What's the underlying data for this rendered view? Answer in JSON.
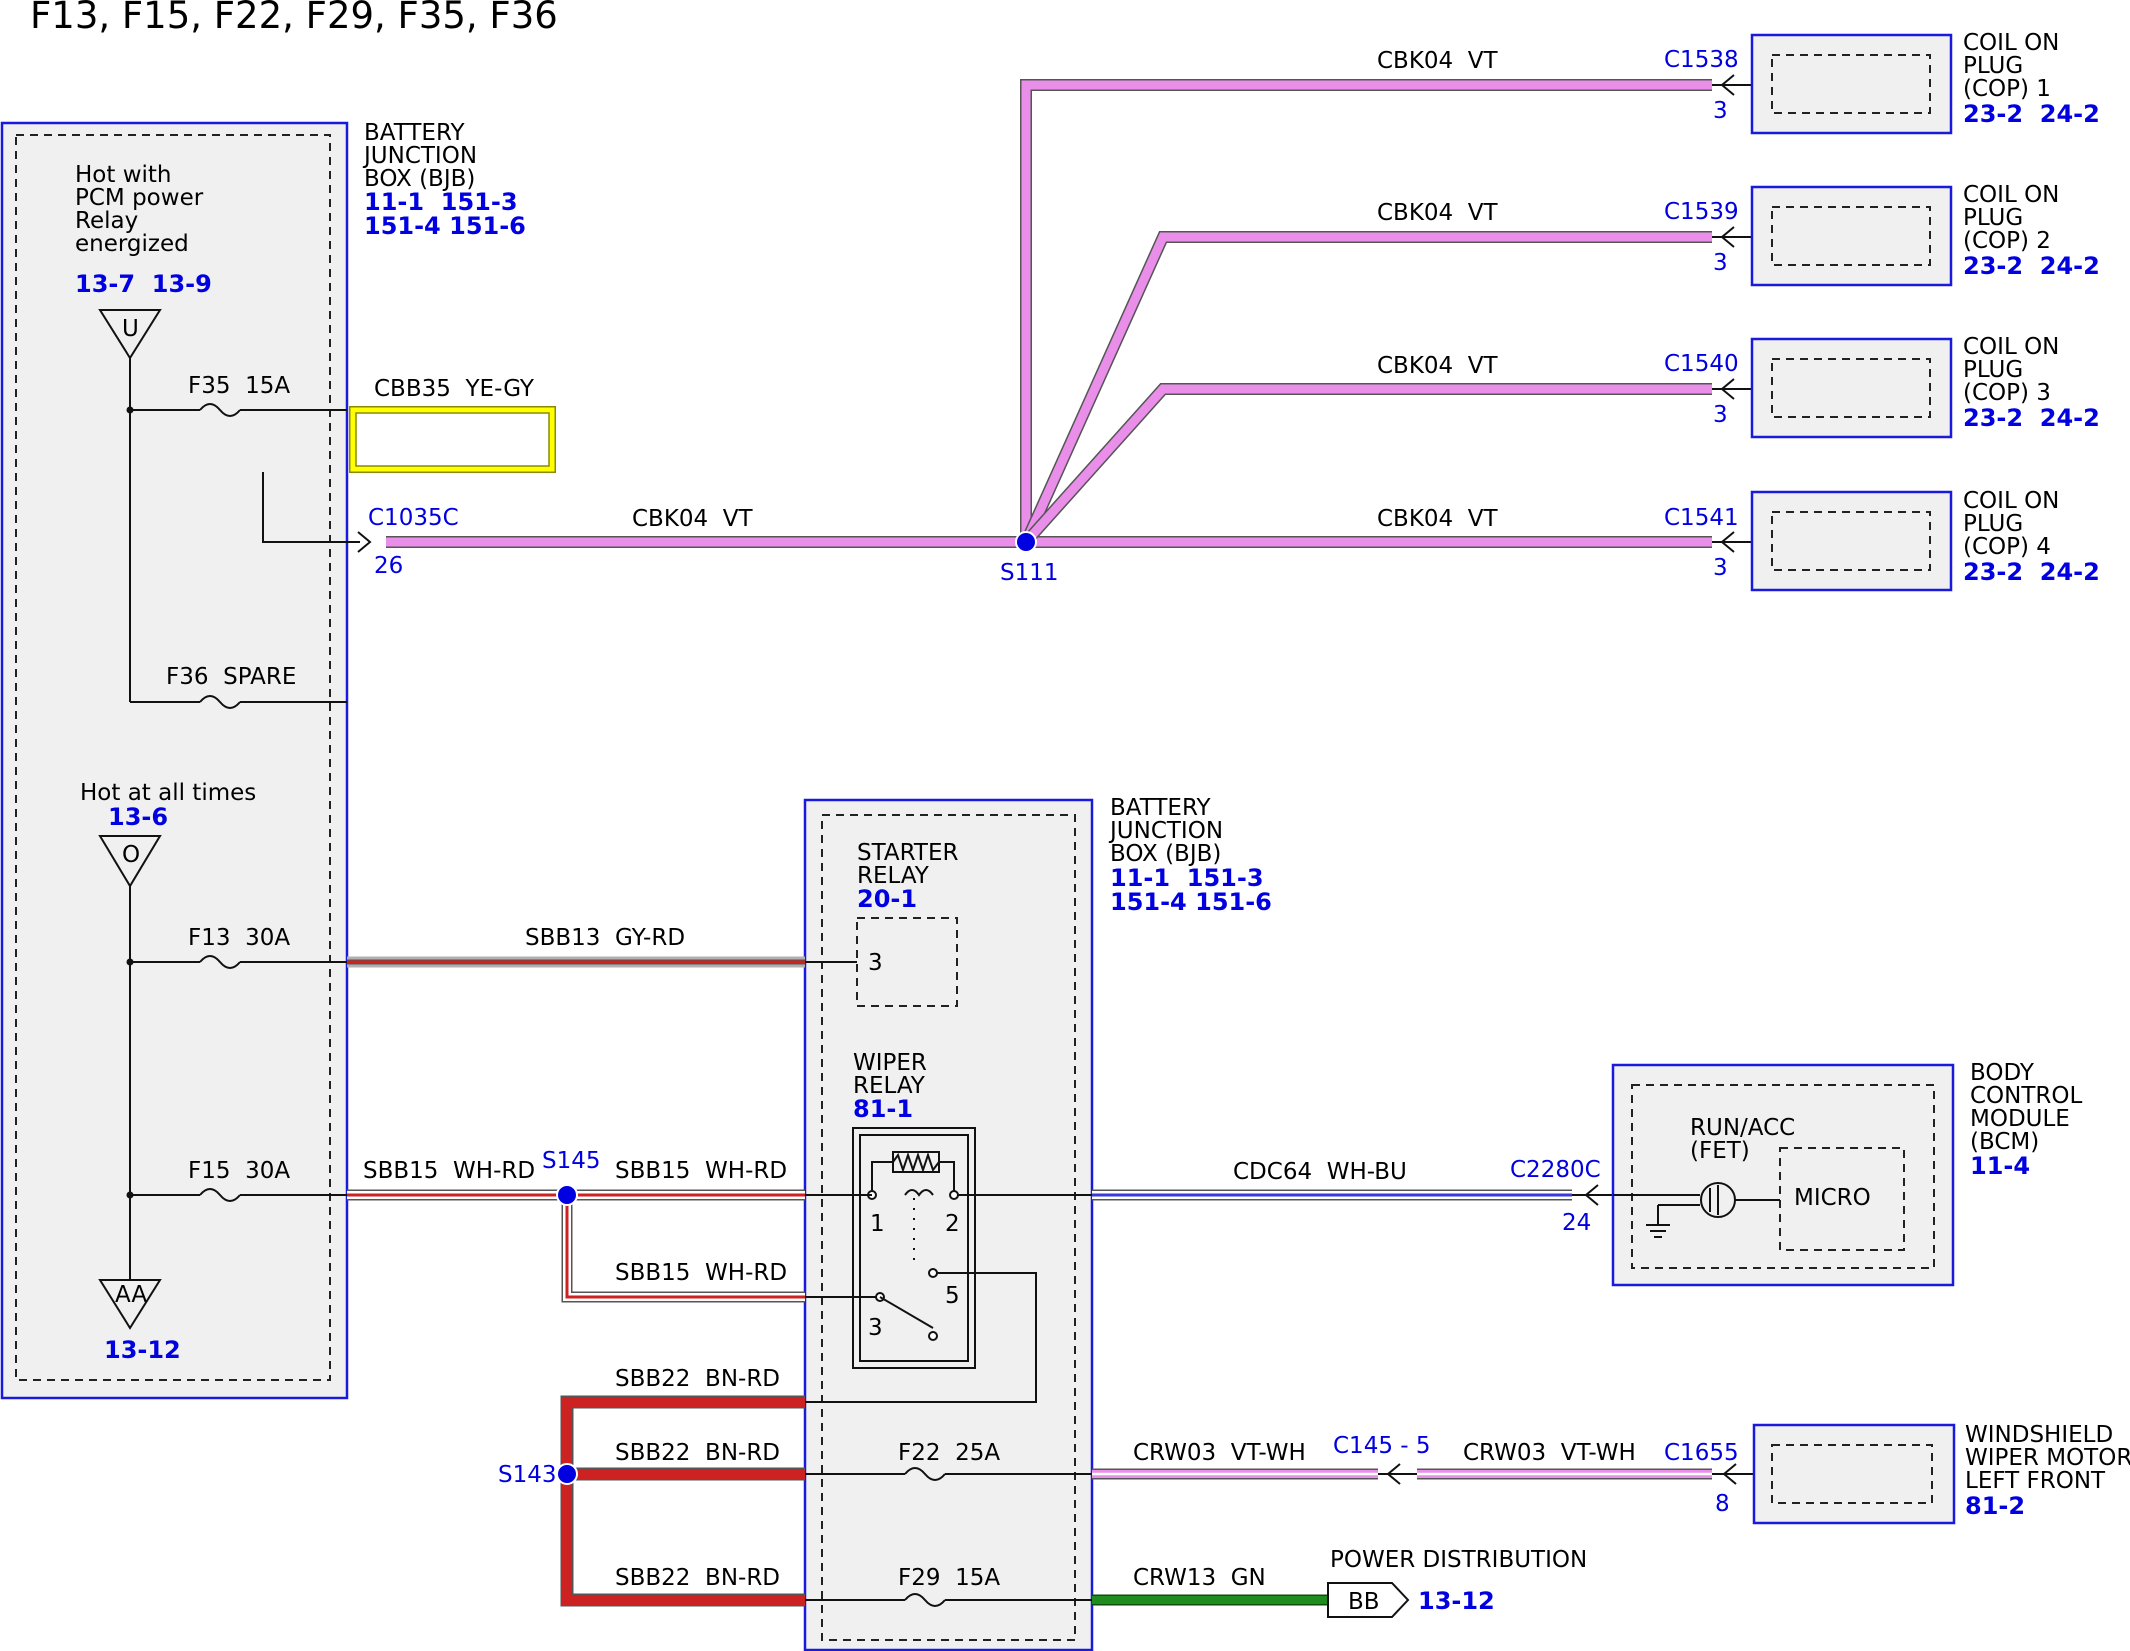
{
  "title": "F13, F15, F22, F29, F35, F36",
  "bjb_left": {
    "label_lines": [
      "BATTERY",
      "JUNCTION",
      "BOX (BJB)"
    ],
    "refs_line1": "11-1  151-3",
    "refs_line2": "151-4 151-6",
    "hot_pcm_lines": [
      "Hot with",
      "PCM power",
      "Relay",
      "energized"
    ],
    "hot_pcm_refs": "13-7  13-9",
    "bus_u": "U",
    "fuse_f35": "F35  15A",
    "fuse_f36": "F36  SPARE",
    "hot_all": "Hot at all times",
    "hot_all_ref": "13-6",
    "bus_o": "O",
    "fuse_f13": "F13  30A",
    "fuse_f15": "F15  30A",
    "bus_aa": "AA",
    "bus_aa_ref": "13-12"
  },
  "bjb_right": {
    "label_lines": [
      "BATTERY",
      "JUNCTION",
      "BOX (BJB)"
    ],
    "refs_line1": "11-1  151-3",
    "refs_line2": "151-4 151-6",
    "starter_lines": [
      "STARTER",
      "RELAY"
    ],
    "starter_ref": "20-1",
    "starter_pin": "3",
    "wiper_lines": [
      "WIPER",
      "RELAY"
    ],
    "wiper_ref": "81-1",
    "pin1": "1",
    "pin2": "2",
    "pin3": "3",
    "pin5": "5",
    "fuse_f22": "F22  25A",
    "fuse_f29": "F29  15A"
  },
  "wires": {
    "cbb35": "CBB35  YE-GY",
    "cbk04": "CBK04  VT",
    "sbb13": "SBB13  GY-RD",
    "sbb15": "SBB15  WH-RD",
    "sbb22": "SBB22  BN-RD",
    "cdc64": "CDC64  WH-BU",
    "crw03": "CRW03  VT-WH",
    "crw13": "CRW13  GN"
  },
  "connectors": {
    "c1035c": "C1035C",
    "c1035c_pin": "26",
    "s111": "S111",
    "s145": "S145",
    "s143": "S143",
    "c1538": "C1538",
    "c1539": "C1539",
    "c1540": "C1540",
    "c1541": "C1541",
    "cop_pin": "3",
    "c2280c": "C2280C",
    "c2280c_pin": "24",
    "c145": "C145 - 5",
    "c1655": "C1655",
    "c1655_pin": "8"
  },
  "coils": [
    {
      "lines": [
        "COIL ON",
        "PLUG",
        "(COP) 1"
      ],
      "refs": "23-2  24-2"
    },
    {
      "lines": [
        "COIL ON",
        "PLUG",
        "(COP) 2"
      ],
      "refs": "23-2  24-2"
    },
    {
      "lines": [
        "COIL ON",
        "PLUG",
        "(COP) 3"
      ],
      "refs": "23-2  24-2"
    },
    {
      "lines": [
        "COIL ON",
        "PLUG",
        "(COP) 4"
      ],
      "refs": "23-2  24-2"
    }
  ],
  "bcm": {
    "lines": [
      "BODY",
      "CONTROL",
      "MODULE",
      "(BCM)"
    ],
    "ref": "11-4",
    "fet_lines": [
      "RUN/ACC",
      "(FET)"
    ],
    "micro": "MICRO"
  },
  "wiper_motor": {
    "lines": [
      "WINDSHIELD",
      "WIPER MOTOR,",
      "LEFT FRONT"
    ],
    "ref": "81-2"
  },
  "power_dist": {
    "label": "POWER DISTRIBUTION",
    "bb": "BB",
    "ref": "13-12"
  },
  "colors": {
    "violet": "#e98ee9",
    "yellow": "#ffff00",
    "red": "#cc2222",
    "green": "#1e8c1e",
    "blue_text": "#0000e0",
    "box_border": "#1a1adc"
  }
}
